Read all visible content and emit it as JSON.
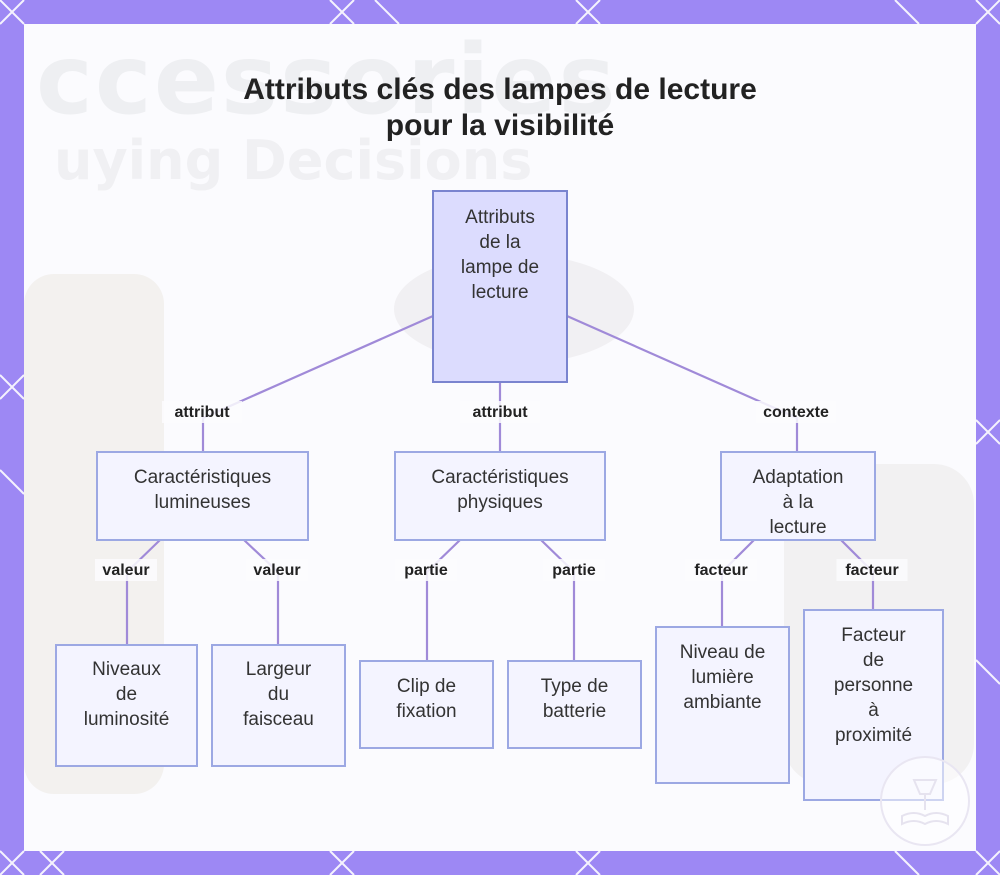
{
  "title_lines": [
    "Attributs clés des lampes de lecture",
    "pour la visibilité"
  ],
  "colors": {
    "frame": "#9d88f4",
    "frame_diagonal": "#ffffff",
    "panel": "#fbfbfe",
    "node_fill": "#f4f4ff",
    "root_fill": "#dcdcfe",
    "node_stroke": "#9ca8e3",
    "root_stroke": "#7a84cf",
    "edge": "#a08ad8",
    "text": "#333333"
  },
  "nodes": {
    "root": {
      "lines": [
        "Attributs",
        "de la",
        "lampe de",
        "lecture"
      ]
    },
    "lumineuses": {
      "lines": [
        "Caractéristiques",
        "lumineuses"
      ]
    },
    "physiques": {
      "lines": [
        "Caractéristiques",
        "physiques"
      ]
    },
    "adaptation": {
      "lines": [
        "Adaptation",
        "à la",
        "lecture"
      ]
    },
    "luminosite": {
      "lines": [
        "Niveaux",
        "de",
        "luminosité"
      ]
    },
    "faisceau": {
      "lines": [
        "Largeur",
        "du",
        "faisceau"
      ]
    },
    "clip": {
      "lines": [
        "Clip de",
        "fixation"
      ]
    },
    "batterie": {
      "lines": [
        "Type de",
        "batterie"
      ]
    },
    "ambiante": {
      "lines": [
        "Niveau de",
        "lumière",
        "ambiante"
      ]
    },
    "proximite": {
      "lines": [
        "Facteur",
        "de",
        "personne",
        "à",
        "proximité"
      ]
    }
  },
  "edges": [
    {
      "from": "root",
      "to": "lumineuses",
      "label": "attribut"
    },
    {
      "from": "root",
      "to": "physiques",
      "label": "attribut"
    },
    {
      "from": "root",
      "to": "adaptation",
      "label": "contexte"
    },
    {
      "from": "lumineuses",
      "to": "luminosite",
      "label": "valeur"
    },
    {
      "from": "lumineuses",
      "to": "faisceau",
      "label": "valeur"
    },
    {
      "from": "physiques",
      "to": "clip",
      "label": "partie"
    },
    {
      "from": "physiques",
      "to": "batterie",
      "label": "partie"
    },
    {
      "from": "adaptation",
      "to": "ambiante",
      "label": "facteur"
    },
    {
      "from": "adaptation",
      "to": "proximite",
      "label": "facteur"
    }
  ],
  "logo_icon": "lamp-book-icon"
}
